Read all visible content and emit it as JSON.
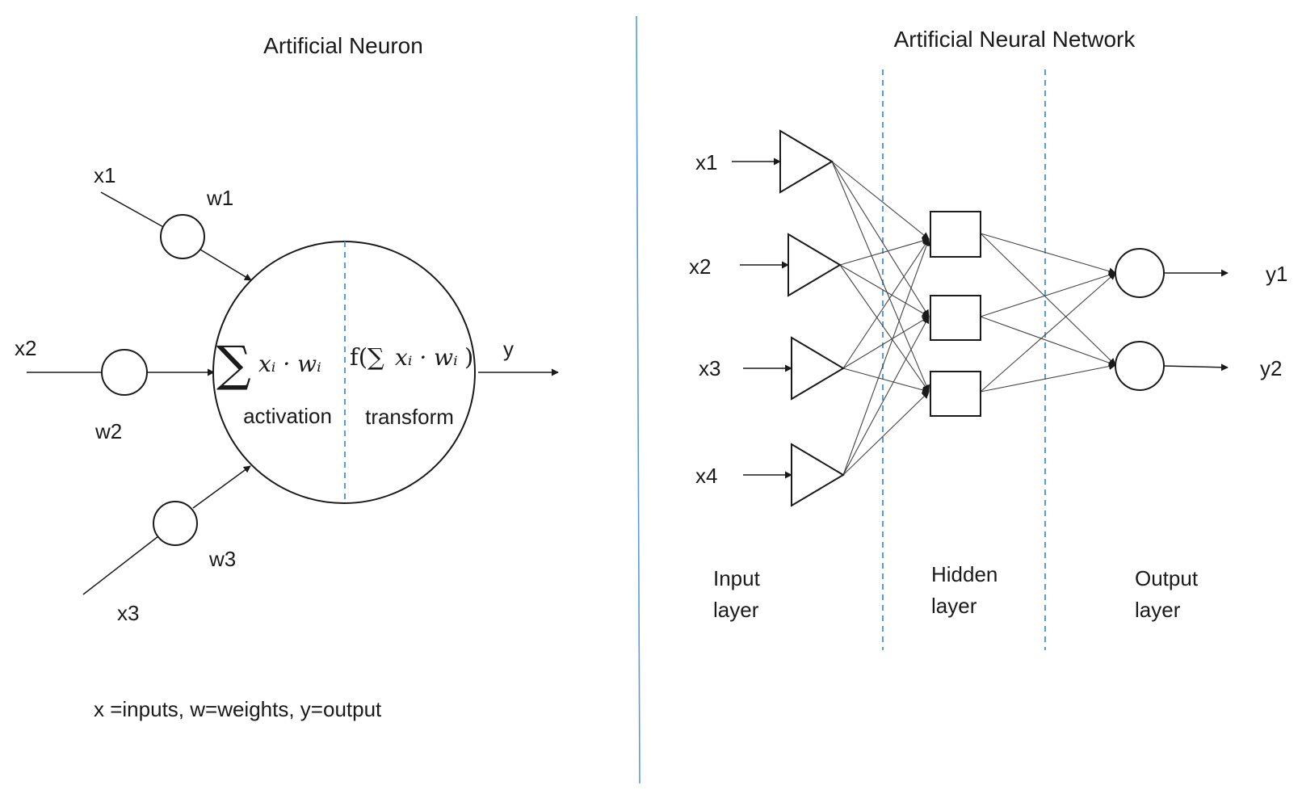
{
  "neuron": {
    "title": "Artificial Neuron",
    "inputs": [
      "x1",
      "x2",
      "x3"
    ],
    "weights": [
      "w1",
      "w2",
      "w3"
    ],
    "output": "y",
    "sum_symbol": "∑",
    "sum_term": "xᵢ · wᵢ",
    "transform_prefix": "f(∑",
    "transform_term": "xᵢ · wᵢ",
    "transform_suffix": ")",
    "left_caption": "activation",
    "right_caption": "transform",
    "legend": "x =inputs, w=weights, y=output"
  },
  "network": {
    "title": "Artificial Neural Network",
    "inputs": [
      "x1",
      "x2",
      "x3",
      "x4"
    ],
    "outputs": [
      "y1",
      "y2"
    ],
    "layers": [
      {
        "line1": "Input",
        "line2": "layer"
      },
      {
        "line1": "Hidden",
        "line2": "layer"
      },
      {
        "line1": "Output",
        "line2": "layer"
      }
    ]
  },
  "colors": {
    "ink": "#1a1a1a",
    "dashed_separator": "#5b9bd5"
  }
}
